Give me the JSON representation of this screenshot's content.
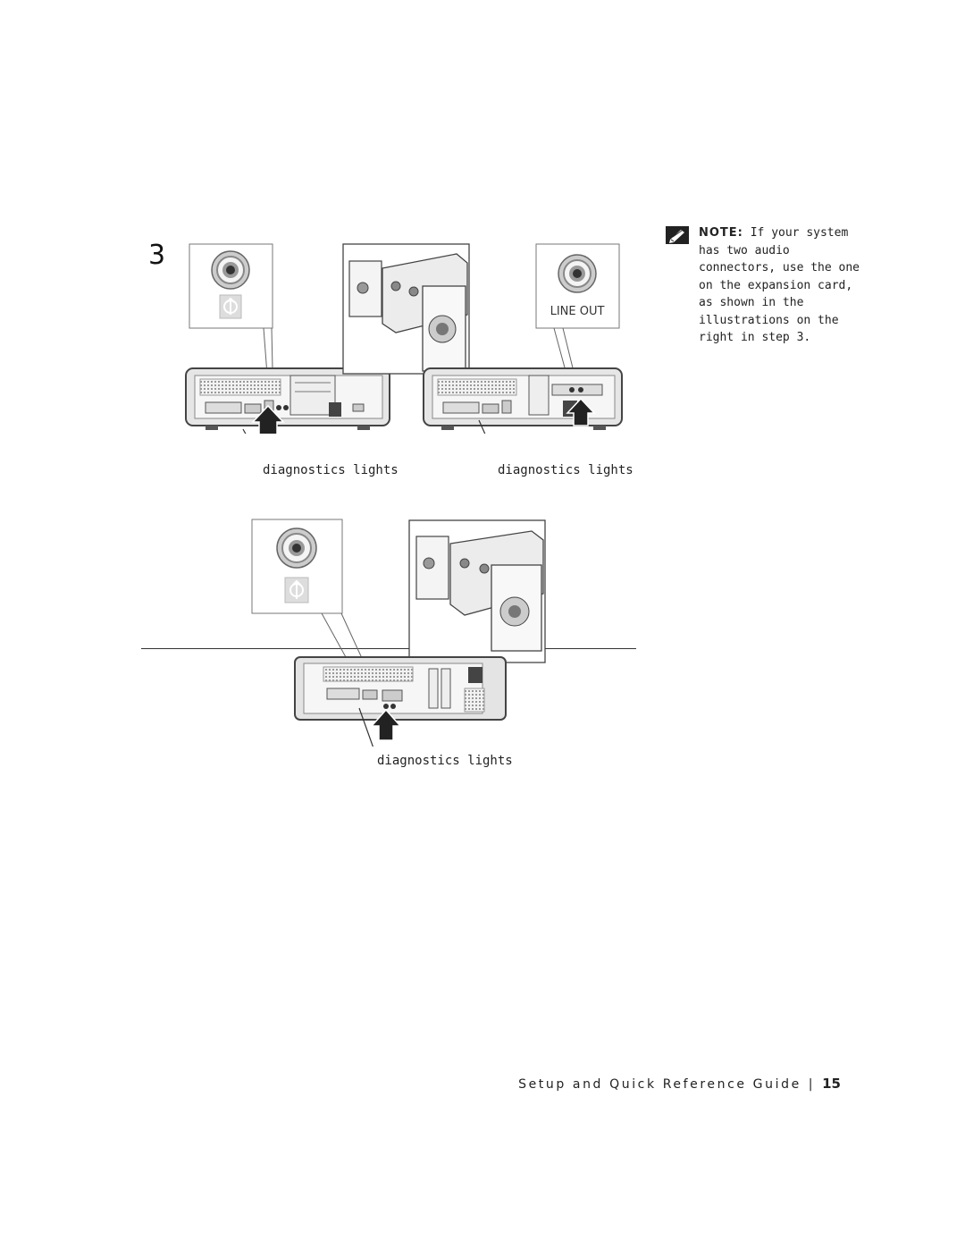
{
  "step": {
    "number": "3"
  },
  "note": {
    "label": "NOTE:",
    "text": " If your system has two audio connectors, use the one on the expansion card, as shown in the illustrations on the right in step 3.",
    "icon": "note-pencil-icon"
  },
  "figures": {
    "left_top": {
      "caption": "diagnostics lights",
      "icon": "audio-out-icon"
    },
    "right_top": {
      "caption": "diagnostics lights",
      "jack_label": "LINE OUT"
    },
    "bottom": {
      "caption": "diagnostics lights",
      "icon": "audio-out-icon"
    }
  },
  "footer": {
    "guide_title": "Setup and Quick Reference Guide",
    "separator": "|",
    "page_number": "15"
  }
}
